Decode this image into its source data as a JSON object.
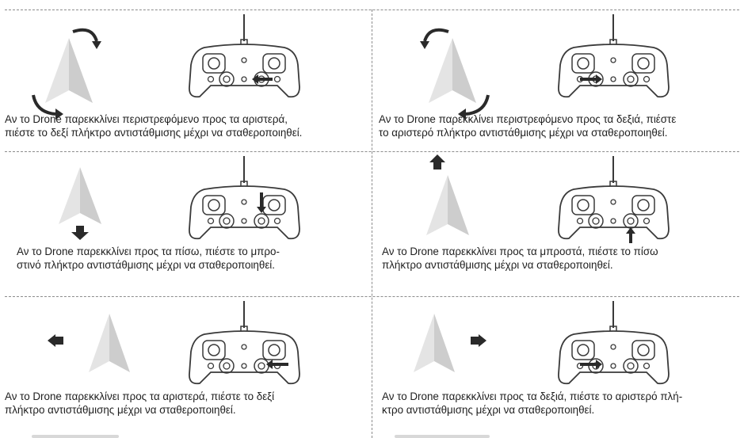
{
  "panels": [
    {
      "id": "rotate-left",
      "caption_lines": [
        "Αν το Drone παρεκκλίνει περιστρεφόμενο προς τα αριστερά,",
        "πιέστε το δεξί πλήκτρο αντιστάθμισης μέχρι να σταθεροποιηθεί."
      ],
      "drone_icon": "paper-plane-rotate-ccw-icon",
      "remote_icon": "remote-right-trim-button-icon",
      "trim_highlight": "right"
    },
    {
      "id": "rotate-right",
      "caption_lines": [
        "Αν το Drone παρεκκλίνει περιστρεφόμενο προς τα δεξιά, πιέστε",
        "το αριστερό πλήκτρο αντιστάθμισης μέχρι να σταθεροποιηθεί."
      ],
      "drone_icon": "paper-plane-rotate-cw-icon",
      "remote_icon": "remote-left-trim-button-icon",
      "trim_highlight": "left"
    },
    {
      "id": "drift-back",
      "caption_lines": [
        "Αν το Drone παρεκκλίνει προς τα πίσω, πιέστε το μπρο-",
        "στινό πλήκτρο αντιστάθμισης μέχρι να σταθεροποιηθεί."
      ],
      "drone_icon": "paper-plane-down-arrow-icon",
      "remote_icon": "remote-forward-trim-button-icon",
      "trim_highlight": "forward"
    },
    {
      "id": "drift-forward",
      "caption_lines": [
        "Αν το Drone παρεκκλίνει προς τα μπροστά, πιέστε το πίσω",
        "πλήκτρο αντιστάθμισης μέχρι να σταθεροποιηθεί."
      ],
      "drone_icon": "paper-plane-up-arrow-icon",
      "remote_icon": "remote-back-trim-button-icon",
      "trim_highlight": "back"
    },
    {
      "id": "drift-left",
      "caption_lines": [
        "Αν το Drone παρεκκλίνει προς τα αριστερά, πιέστε το δεξί",
        "πλήκτρο αντιστάθμισης μέχρι να σταθεροποιηθεί."
      ],
      "drone_icon": "paper-plane-left-arrow-icon",
      "remote_icon": "remote-right-trim-button-icon",
      "trim_highlight": "right"
    },
    {
      "id": "drift-right",
      "caption_lines": [
        "Αν το Drone παρεκκλίνει προς τα δεξιά, πιέστε το αριστερό πλή-",
        "κτρο αντιστάθμισης μέχρι να σταθεροποιηθεί."
      ],
      "drone_icon": "paper-plane-right-arrow-icon",
      "remote_icon": "remote-left-trim-button-icon",
      "trim_highlight": "left"
    }
  ],
  "colors": {
    "plane": "#e0e0e0",
    "plane_shade": "#c4c4c4",
    "arrow": "#2a2a2a",
    "divider": "#8c8c8c",
    "line_art": "#3a3a3a"
  }
}
